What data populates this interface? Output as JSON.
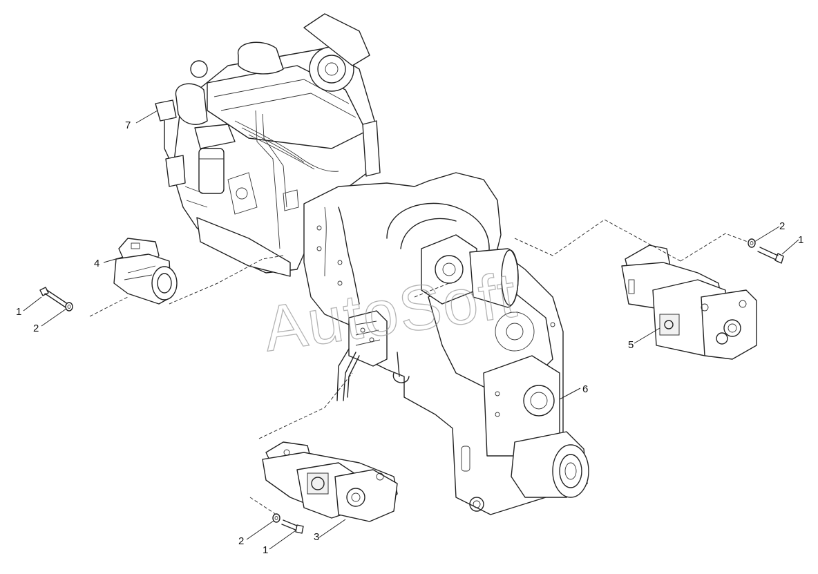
{
  "watermark": "AutoSoft",
  "callouts": [
    {
      "id": "c7",
      "label": "7"
    },
    {
      "id": "c4",
      "label": "4"
    },
    {
      "id": "c1a",
      "label": "1"
    },
    {
      "id": "c2a",
      "label": "2"
    },
    {
      "id": "c2b",
      "label": "2"
    },
    {
      "id": "c1b",
      "label": "1"
    },
    {
      "id": "c5",
      "label": "5"
    },
    {
      "id": "c6",
      "label": "6"
    },
    {
      "id": "c2c",
      "label": "2"
    },
    {
      "id": "c1c",
      "label": "1"
    },
    {
      "id": "c3",
      "label": "3"
    }
  ],
  "parts": [
    {
      "key": "engine",
      "icon": "engine-icon"
    },
    {
      "key": "transmission",
      "icon": "transmission-housing-icon"
    },
    {
      "key": "pump-4",
      "icon": "single-pump-icon"
    },
    {
      "key": "pump-5",
      "icon": "tandem-pump-icon"
    },
    {
      "key": "pump-3",
      "icon": "tandem-pump-icon"
    },
    {
      "key": "bolt",
      "icon": "bolt-icon"
    },
    {
      "key": "washer",
      "icon": "washer-icon"
    }
  ]
}
